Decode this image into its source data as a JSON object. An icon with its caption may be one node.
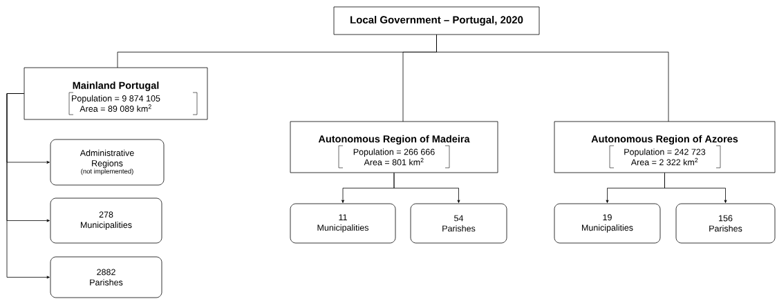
{
  "diagram": {
    "nodes": [
      {
        "text": [
          "Local Government – Portugal, 2020"
        ]
      },
      {
        "text": [
          "Mainland Portugal",
          "Population = 9 874 105 Area = 89 089 km$^{2}$"
        ]
      },
      {
        "text": [
          "Administrative Regions",
          "(not implemented)"
        ]
      },
      {
        "text": [
          "278 Municipalities"
        ]
      },
      {
        "text": [
          "2882 Parishes"
        ]
      },
      {
        "text": [
          "Autonomous Region of Madeira",
          "Population = 266 666 Area = 801 km$^{2}$"
        ]
      },
      {
        "text": [
          "11 Municipalities"
        ]
      },
      {
        "text": [
          "54 Parishes"
        ]
      },
      {
        "text": [
          "Autonomous Region of Azores",
          "Population = 242 723 Area = 2 322 km$^{2}$"
        ]
      },
      {
        "text": [
          "19 Municipalities"
        ]
      },
      {
        "text": [
          "156 Parishes"
        ]
      }
    ],
    "edges": [
      {
        "from": 0,
        "to": 1,
        "arrow": "none"
      },
      {
        "from": 0,
        "to": 5,
        "arrow": "none"
      },
      {
        "from": 0,
        "to": 8,
        "arrow": "none"
      },
      {
        "from": 1,
        "to": 2,
        "arrow": "to"
      },
      {
        "from": 1,
        "to": 3,
        "arrow": "to"
      },
      {
        "from": 1,
        "to": 4,
        "arrow": "to"
      },
      {
        "from": 5,
        "to": 6,
        "arrow": "to"
      },
      {
        "from": 5,
        "to": 7,
        "arrow": "to"
      },
      {
        "from": 8,
        "to": 9,
        "arrow": "to"
      },
      {
        "from": 8,
        "to": 10,
        "arrow": "to"
      }
    ]
  }
}
